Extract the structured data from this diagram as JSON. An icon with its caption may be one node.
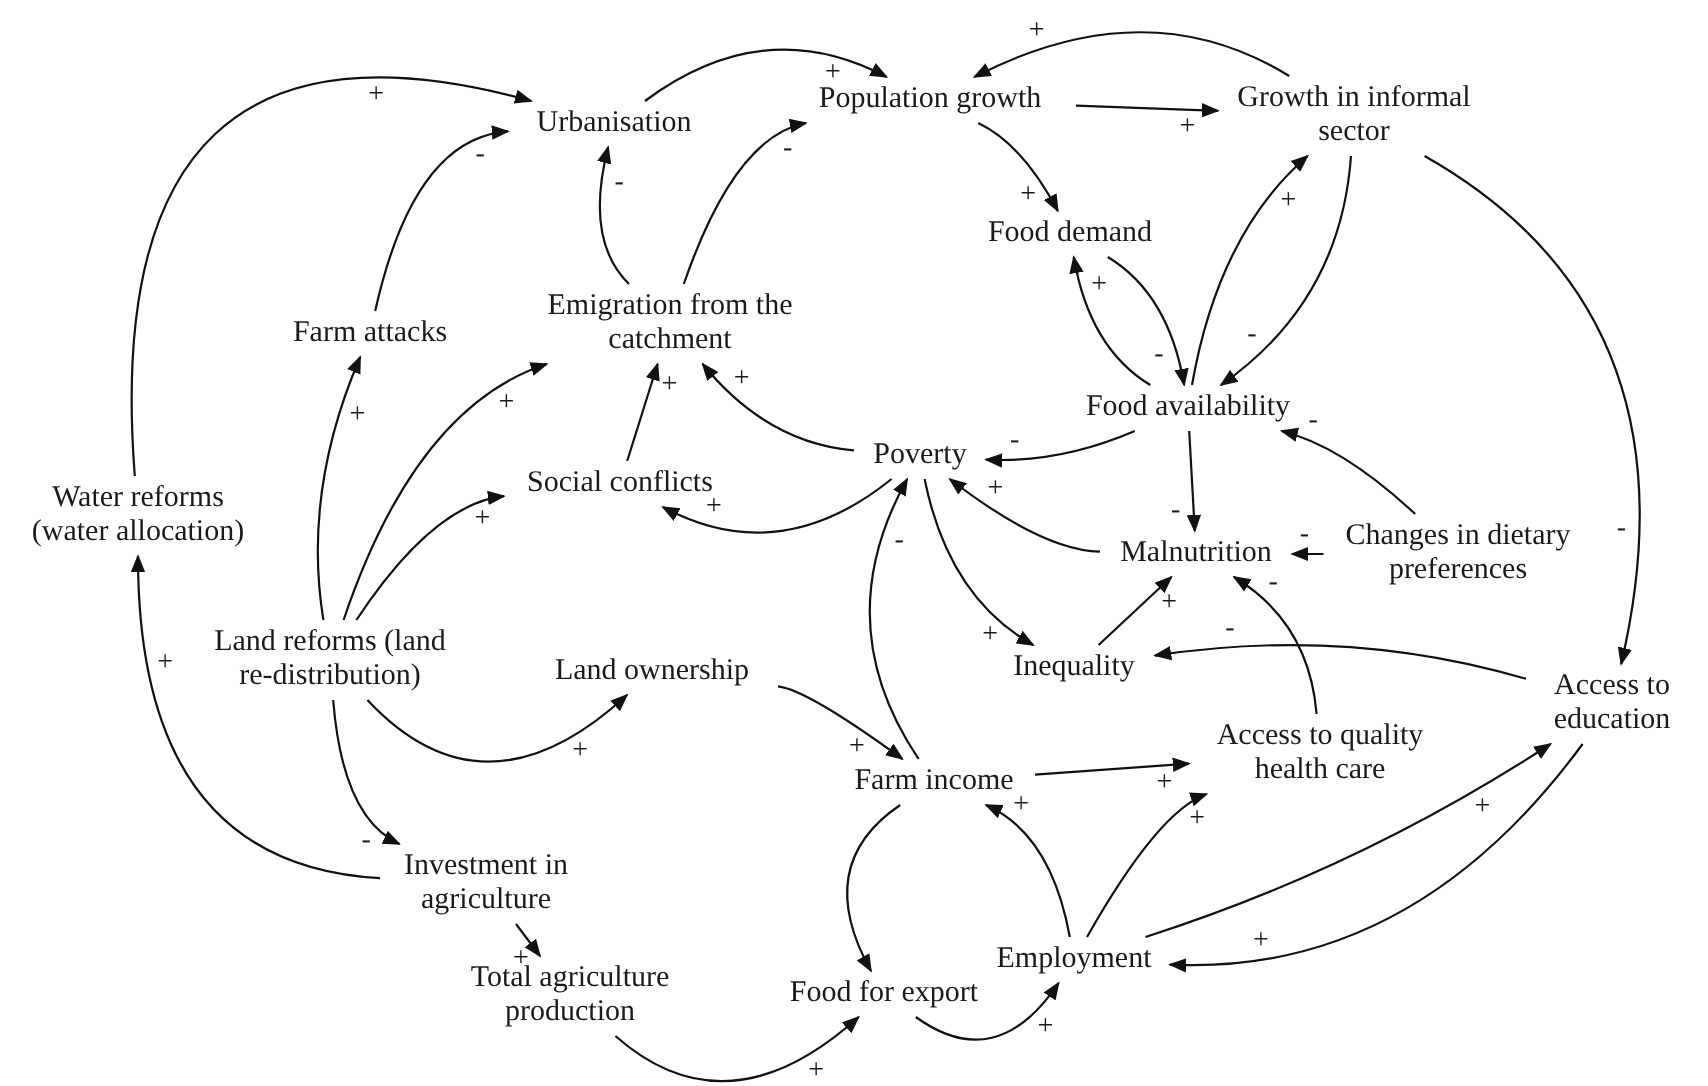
{
  "diagram": {
    "nodes": [
      {
        "text": [
          "Urbanisation"
        ]
      },
      {
        "text": [
          "Population growth"
        ]
      },
      {
        "text": [
          "Growth in informal sector"
        ]
      },
      {
        "text": [
          "Food demand"
        ]
      },
      {
        "text": [
          "Farm attacks"
        ]
      },
      {
        "text": [
          "Emigration from the catchment"
        ]
      },
      {
        "text": [
          "Food availability"
        ]
      },
      {
        "text": [
          "Water reforms (water allocation)"
        ]
      },
      {
        "text": [
          "Social conflicts"
        ]
      },
      {
        "text": [
          "Poverty"
        ]
      },
      {
        "text": [
          "Malnutrition"
        ]
      },
      {
        "text": [
          "Changes in dietary preferences"
        ]
      },
      {
        "text": [
          "Land reforms (land re-distribution)"
        ]
      },
      {
        "text": [
          "Land ownership"
        ]
      },
      {
        "text": [
          "Inequality"
        ]
      },
      {
        "text": [
          "Access to education"
        ]
      },
      {
        "text": [
          "Access to quality health care"
        ]
      },
      {
        "text": [
          "Farm income"
        ]
      },
      {
        "text": [
          "Investment in agriculture"
        ]
      },
      {
        "text": [
          "Total agriculture production"
        ]
      },
      {
        "text": [
          "Food for export"
        ]
      },
      {
        "text": [
          "Employment"
        ]
      }
    ],
    "edges": [
      {
        "from": 7,
        "to": 0,
        "arrow": "to",
        "label": "+"
      },
      {
        "from": 4,
        "to": 0,
        "arrow": "to",
        "label": "-"
      },
      {
        "from": 5,
        "to": 0,
        "arrow": "to",
        "label": "-"
      },
      {
        "from": 5,
        "to": 1,
        "arrow": "to",
        "label": "-"
      },
      {
        "from": 0,
        "to": 1,
        "arrow": "to",
        "label": "+"
      },
      {
        "from": 2,
        "to": 1,
        "arrow": "to",
        "label": "+"
      },
      {
        "from": 1,
        "to": 2,
        "arrow": "to",
        "label": "+"
      },
      {
        "from": 1,
        "to": 3,
        "arrow": "to",
        "label": "+"
      },
      {
        "from": 3,
        "to": 6,
        "arrow": "to",
        "label": "-"
      },
      {
        "from": 6,
        "to": 3,
        "arrow": "to",
        "label": "+"
      },
      {
        "from": 6,
        "to": 2,
        "arrow": "to",
        "label": "+"
      },
      {
        "from": 2,
        "to": 6,
        "arrow": "to",
        "label": "-"
      },
      {
        "from": 2,
        "to": 15,
        "arrow": "to",
        "label": "-"
      },
      {
        "from": 11,
        "to": 6,
        "arrow": "to",
        "label": "-"
      },
      {
        "from": 6,
        "to": 9,
        "arrow": "to",
        "label": "-"
      },
      {
        "from": 6,
        "to": 10,
        "arrow": "to",
        "label": "-"
      },
      {
        "from": 11,
        "to": 10,
        "arrow": "to",
        "label": "-"
      },
      {
        "from": 10,
        "to": 9,
        "arrow": "to",
        "label": "+"
      },
      {
        "from": 9,
        "to": 14,
        "arrow": "to",
        "label": "+"
      },
      {
        "from": 17,
        "to": 9,
        "arrow": "to",
        "label": "-"
      },
      {
        "from": 9,
        "to": 5,
        "arrow": "to",
        "label": "+"
      },
      {
        "from": 9,
        "to": 8,
        "arrow": "to",
        "label": "+"
      },
      {
        "from": 8,
        "to": 5,
        "arrow": "to",
        "label": "+"
      },
      {
        "from": 12,
        "to": 4,
        "arrow": "to",
        "label": "+"
      },
      {
        "from": 12,
        "to": 5,
        "arrow": "to",
        "label": "+"
      },
      {
        "from": 12,
        "to": 8,
        "arrow": "to",
        "label": "+"
      },
      {
        "from": 12,
        "to": 13,
        "arrow": "to",
        "label": "+"
      },
      {
        "from": 12,
        "to": 18,
        "arrow": "to",
        "label": "-"
      },
      {
        "from": 18,
        "to": 7,
        "arrow": "to",
        "label": "+"
      },
      {
        "from": 18,
        "to": 19,
        "arrow": "to",
        "label": "+"
      },
      {
        "from": 13,
        "to": 17,
        "arrow": "to",
        "label": "+"
      },
      {
        "from": 17,
        "to": 20,
        "arrow": "to"
      },
      {
        "from": 19,
        "to": 20,
        "arrow": "to",
        "label": "+"
      },
      {
        "from": 20,
        "to": 21,
        "arrow": "to",
        "label": "+"
      },
      {
        "from": 21,
        "to": 17,
        "arrow": "to",
        "label": "+"
      },
      {
        "from": 21,
        "to": 16,
        "arrow": "to",
        "label": "+"
      },
      {
        "from": 21,
        "to": 15,
        "arrow": "to",
        "label": "+"
      },
      {
        "from": 15,
        "to": 21,
        "arrow": "to",
        "label": "+"
      },
      {
        "from": 17,
        "to": 16,
        "arrow": "to",
        "label": "+"
      },
      {
        "from": 16,
        "to": 10,
        "arrow": "to",
        "label": "-"
      },
      {
        "from": 15,
        "to": 14,
        "arrow": "to",
        "label": "-"
      },
      {
        "from": 14,
        "to": 10,
        "arrow": "to",
        "label": "+"
      }
    ]
  }
}
